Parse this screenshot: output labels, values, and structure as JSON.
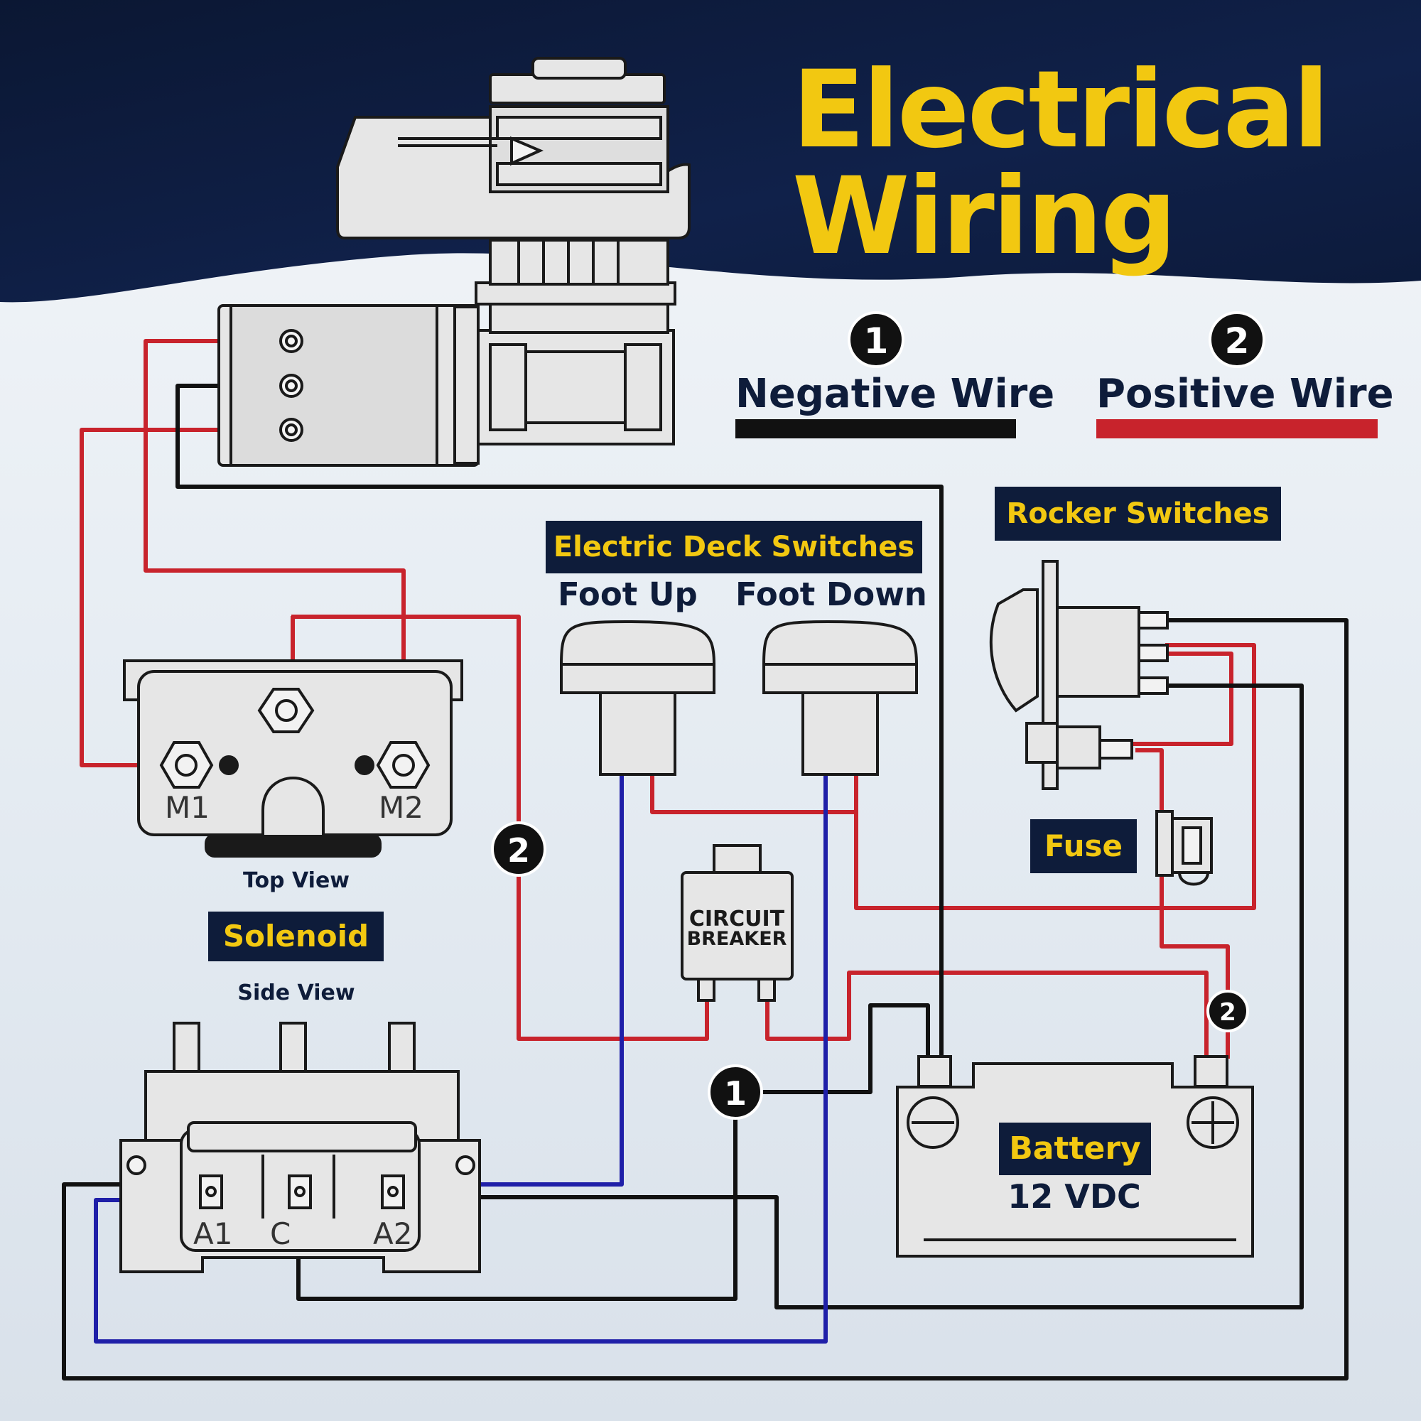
{
  "title": {
    "line1": "Electrical",
    "line2": "Wiring"
  },
  "legend": [
    {
      "number": "1",
      "label": "Negative Wire",
      "color": "#111111"
    },
    {
      "number": "2",
      "label": "Positive Wire",
      "color": "#c8232c"
    }
  ],
  "labels": {
    "deck_switches": "Electric Deck Switches",
    "foot_up": "Foot Up",
    "foot_down": "Foot Down",
    "rocker_switches": "Rocker Switches",
    "fuse": "Fuse",
    "circuit_breaker_1": "CIRCUIT",
    "circuit_breaker_2": "BREAKER",
    "battery": "Battery",
    "battery_voltage": "12 VDC",
    "solenoid": "Solenoid",
    "top_view": "Top View",
    "side_view": "Side View"
  },
  "terminals": {
    "m1": "M1",
    "m2": "M2",
    "a1": "A1",
    "c": "C",
    "a2": "A2"
  },
  "wire_markers": [
    "2",
    "2",
    "1"
  ],
  "colors": {
    "navy": "#0e1c3a",
    "yellow": "#f2c811",
    "red_wire": "#c8232c",
    "black_wire": "#111111",
    "blue_wire": "#1f1fa8",
    "component_fill": "#e6e6e6"
  }
}
